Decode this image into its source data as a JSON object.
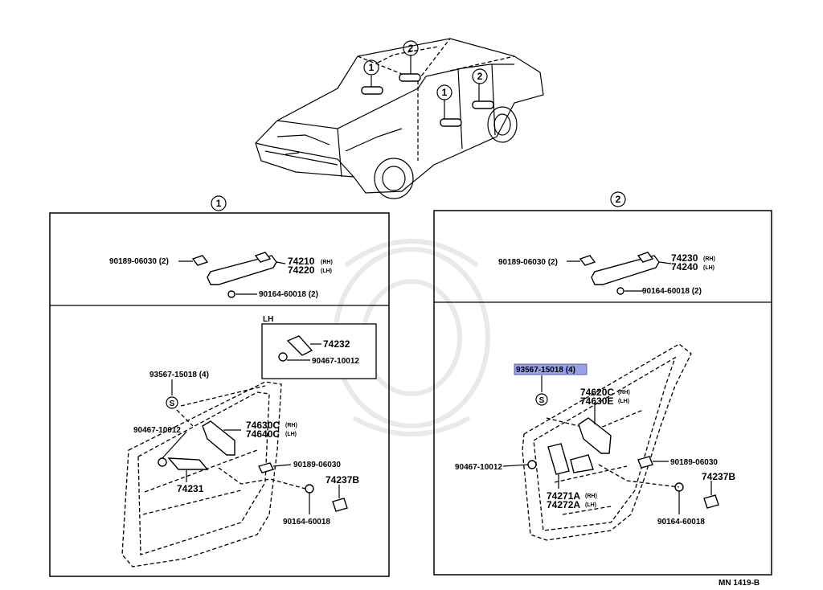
{
  "callouts": {
    "one": "1",
    "two": "2"
  },
  "panel1": {
    "label_clip": "90189-06030 (2)",
    "label_grip_rh": "74210",
    "label_grip_rh_side": "(RH)",
    "label_grip_lh": "74220",
    "label_grip_lh_side": "(LH)",
    "label_screw": "90164-60018 (2)",
    "lh_title": "LH",
    "lh_part1": "74232",
    "lh_part2": "90467-10012",
    "label_93567": "93567-15018 (4)",
    "label_s": "S",
    "label_90467": "90467-10012",
    "label_74630c": "74630C",
    "label_74630c_side": "(RH)",
    "label_74640c": "74640C",
    "label_74640c_side": "(LH)",
    "label_90189": "90189-06030",
    "label_74231": "74231",
    "label_74237b": "74237B",
    "label_90164": "90164-60018"
  },
  "panel2": {
    "label_clip": "90189-06030 (2)",
    "label_grip_rh": "74230",
    "label_grip_rh_side": "(RH)",
    "label_grip_lh": "74240",
    "label_grip_lh_side": "(LH)",
    "label_screw": "90164-60018 (2)",
    "label_93567": "93567-15018 (4)",
    "label_s": "S",
    "label_74620c": "74620C",
    "label_74620c_side": "(RH)",
    "label_74630e": "74630E",
    "label_74630e_side": "(LH)",
    "label_90467": "90467-10012",
    "label_90189": "90189-06030",
    "label_74237b": "74237B",
    "label_74271a": "74271A",
    "label_74271a_side": "(RH)",
    "label_74272a": "74272A",
    "label_74272a_side": "(LH)",
    "label_90164": "90164-60018"
  },
  "footer": {
    "code": "MN  1419-B"
  },
  "colors": {
    "highlight": "#9aa0e8",
    "line": "#000000"
  }
}
